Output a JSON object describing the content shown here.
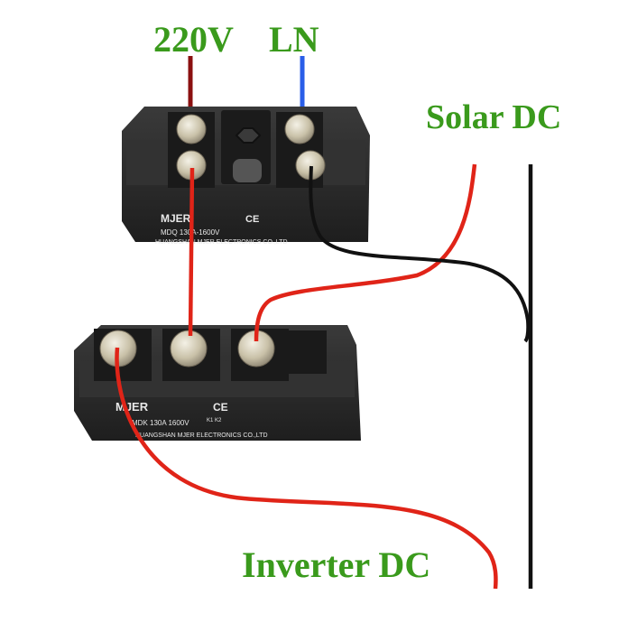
{
  "labels": {
    "ac_voltage": "220V",
    "ac_lines": "LN",
    "solar": "Solar DC",
    "inverter": "Inverter DC"
  },
  "bridge_module": {
    "brand": "MJER",
    "model": "MDQ 130A-1600V",
    "maker": "HUANGSHAN MJER ELECTRONICS CO.,LTD"
  },
  "diode_module": {
    "brand": "MJER",
    "model": "MDK 130A 1600V",
    "maker": "HUANGSHAN MJER ELECTRONICS CO.,LTD",
    "pin_label": "K1 K2"
  },
  "colors": {
    "label_green": "#3a9a1c",
    "wire_red": "#e02418",
    "wire_dark_red": "#8b1010",
    "wire_blue": "#2a5ee8",
    "wire_black": "#111111",
    "module_body": "#2b2b2b"
  }
}
